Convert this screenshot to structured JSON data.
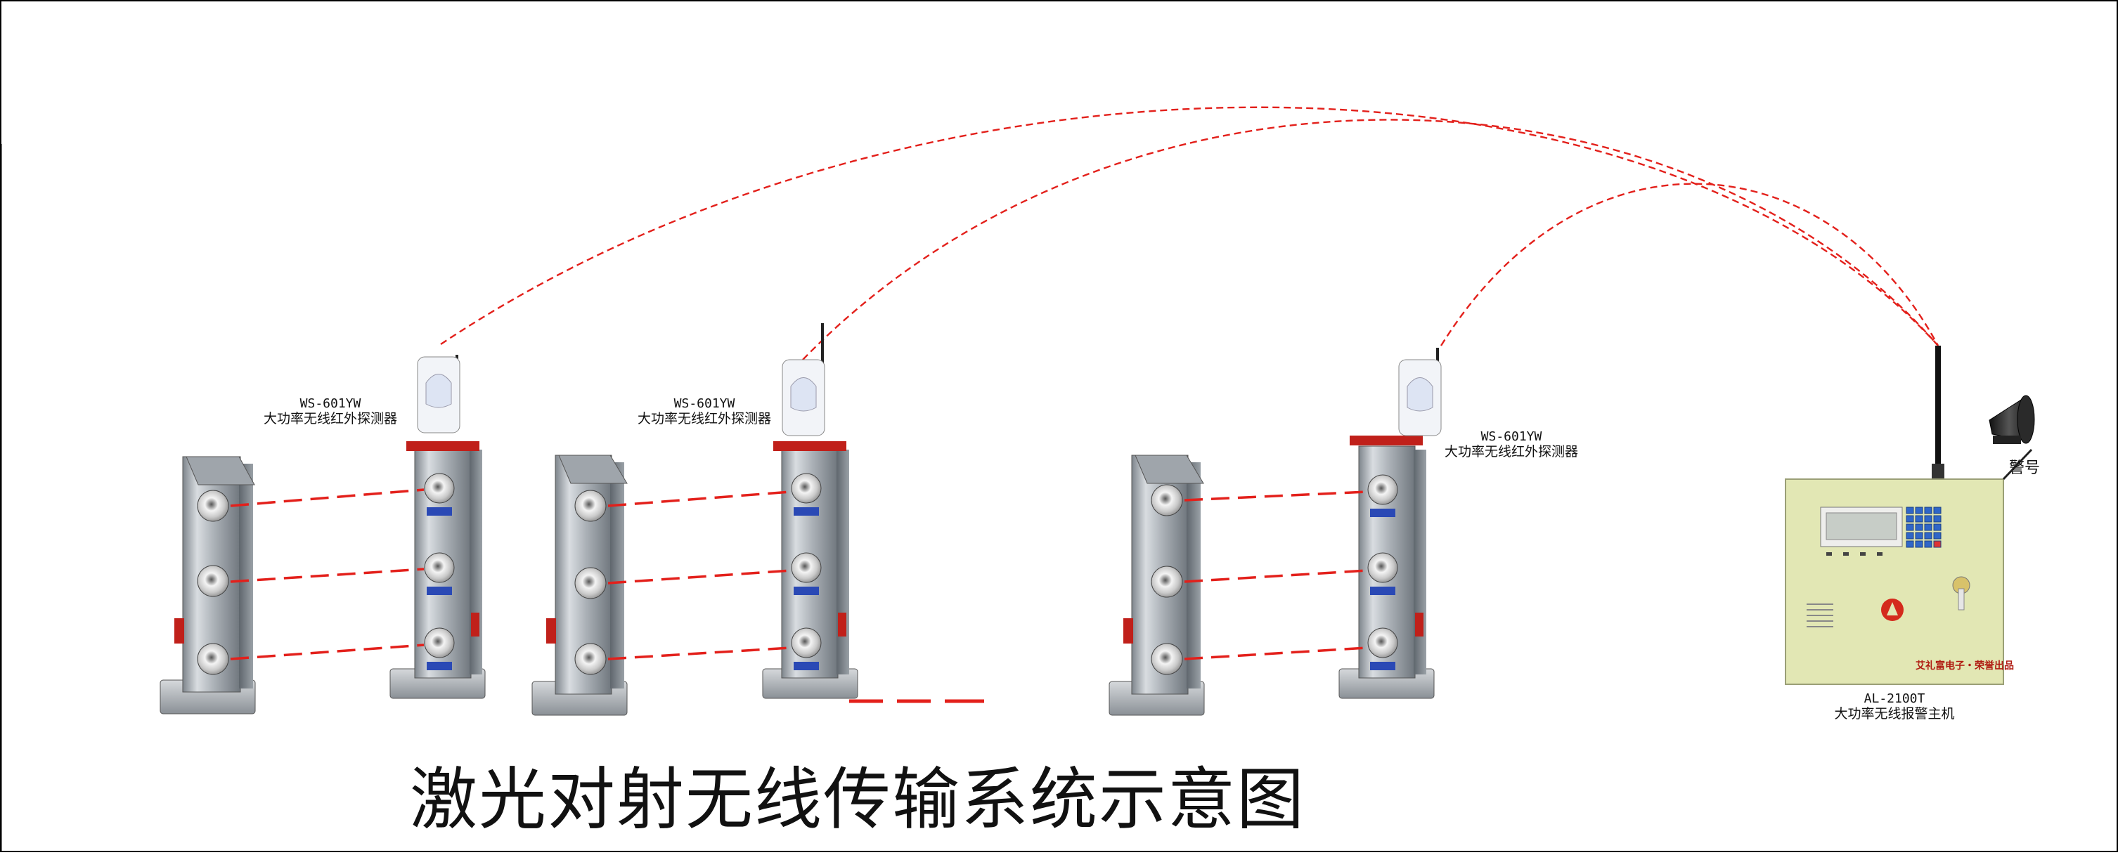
{
  "title": "激光对射无线传输系统示意图",
  "detectors": [
    {
      "model": "WS-601YW",
      "desc": "大功率无线红外探测器"
    },
    {
      "model": "WS-601YW",
      "desc": "大功率无线红外探测器"
    },
    {
      "model": "WS-601YW",
      "desc": "大功率无线红外探测器"
    }
  ],
  "host": {
    "model": "AL-2100T",
    "desc": "大功率无线报警主机",
    "brand_text": "艾礼富电子・荣誉出品"
  },
  "siren_label": "警号",
  "colors": {
    "beam": "#e3201b",
    "wireless": "#e3201b",
    "panel": "#e2e7b4",
    "steel": "#b9bec4"
  }
}
